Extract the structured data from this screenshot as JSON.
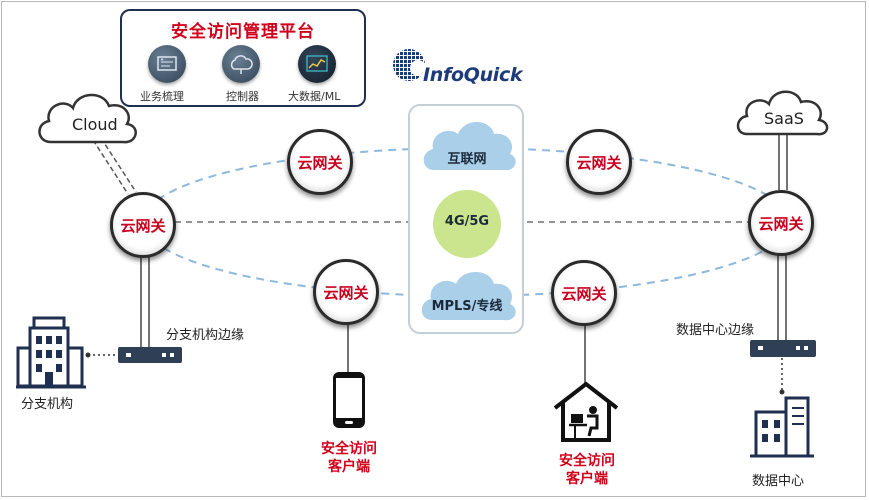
{
  "management": {
    "title": "安全访问管理平台",
    "items": [
      {
        "label": "业务梳理",
        "icon": "business-analysis-icon"
      },
      {
        "label": "控制器",
        "icon": "controller-cloud-icon"
      },
      {
        "label": "大数据/ML",
        "icon": "big-data-chart-icon"
      }
    ]
  },
  "logo": {
    "text": "InfoQuick"
  },
  "clouds": {
    "left": "Cloud",
    "right": "SaaS"
  },
  "transport": {
    "internet": "互联网",
    "mobile": "4G/5G",
    "mpls": "MPLS/专线"
  },
  "gateways": {
    "label": "云网关"
  },
  "labels": {
    "branch_edge": "分支机构边缘",
    "branch": "分支机构",
    "dc_edge": "数据中心边缘",
    "dc": "数据中心",
    "client_left_1": "安全访问",
    "client_left_2": "客户端",
    "client_right_1": "安全访问",
    "client_right_2": "客户端"
  },
  "colors": {
    "accent_red": "#d0021b",
    "ring_blue": "#8fb9dc",
    "cloud_blue": "#a9cfe9",
    "dark_navy": "#1f2f4f"
  }
}
